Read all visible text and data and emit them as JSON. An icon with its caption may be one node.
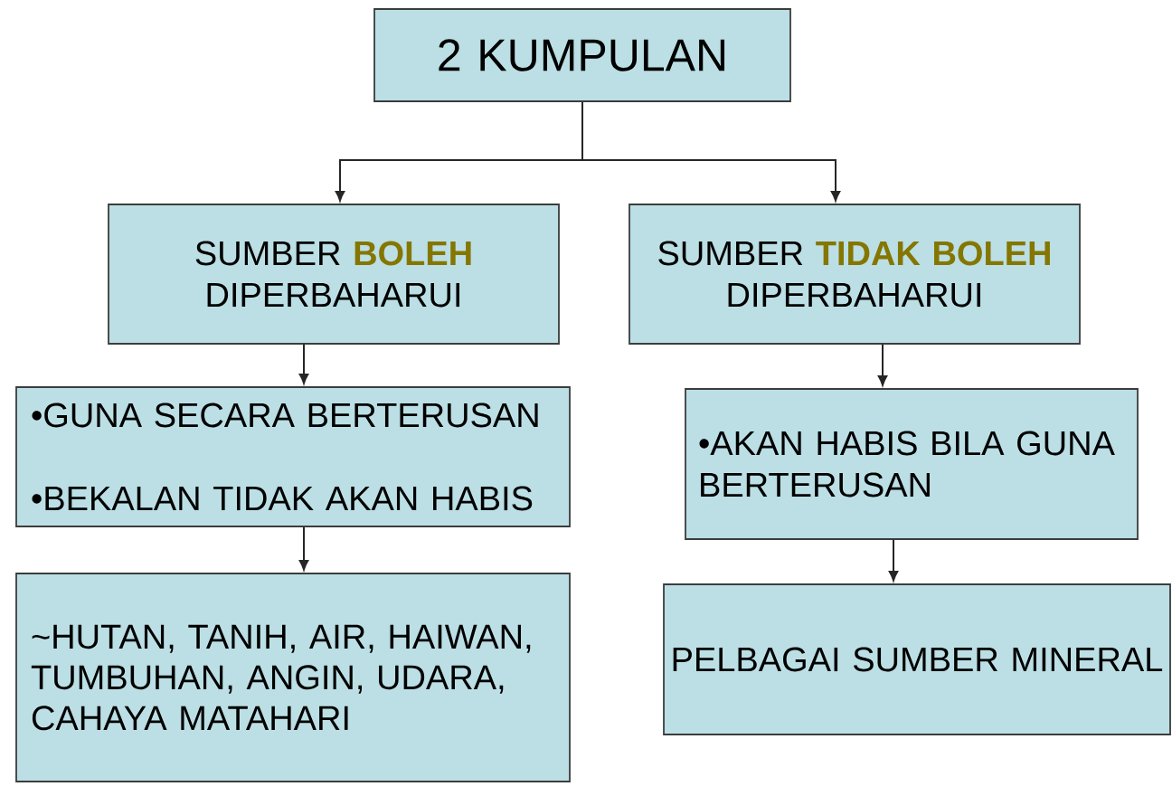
{
  "diagram": {
    "nodes": [
      {
        "text": [
          "2 KUMPULAN"
        ]
      },
      {
        "text": [
          "SUMBER **BOLEH** DIPERBAHARUI"
        ]
      },
      {
        "text": [
          "SUMBER **TIDAK BOLEH** DIPERBAHARUI"
        ]
      },
      {
        "text": [
          "•GUNA SECARA BERTERUSAN",
          "•BEKALAN TIDAK AKAN HABIS"
        ]
      },
      {
        "text": [
          "•AKAN HABIS BILA GUNA BERTERUSAN"
        ]
      },
      {
        "text": [
          "~HUTAN, TANIH, AIR, HAIWAN, TUMBUHAN, ANGIN, UDARA, CAHAYA MATAHARI"
        ]
      },
      {
        "text": [
          "PELBAGAI SUMBER MINERAL"
        ]
      }
    ],
    "edges": [
      {
        "from": 0,
        "to": 1,
        "arrow": "to"
      },
      {
        "from": 0,
        "to": 2,
        "arrow": "to"
      },
      {
        "from": 1,
        "to": 3,
        "arrow": "to"
      },
      {
        "from": 2,
        "to": 4,
        "arrow": "to"
      },
      {
        "from": 3,
        "to": 5,
        "arrow": "to"
      },
      {
        "from": 4,
        "to": 6,
        "arrow": "to"
      }
    ]
  }
}
